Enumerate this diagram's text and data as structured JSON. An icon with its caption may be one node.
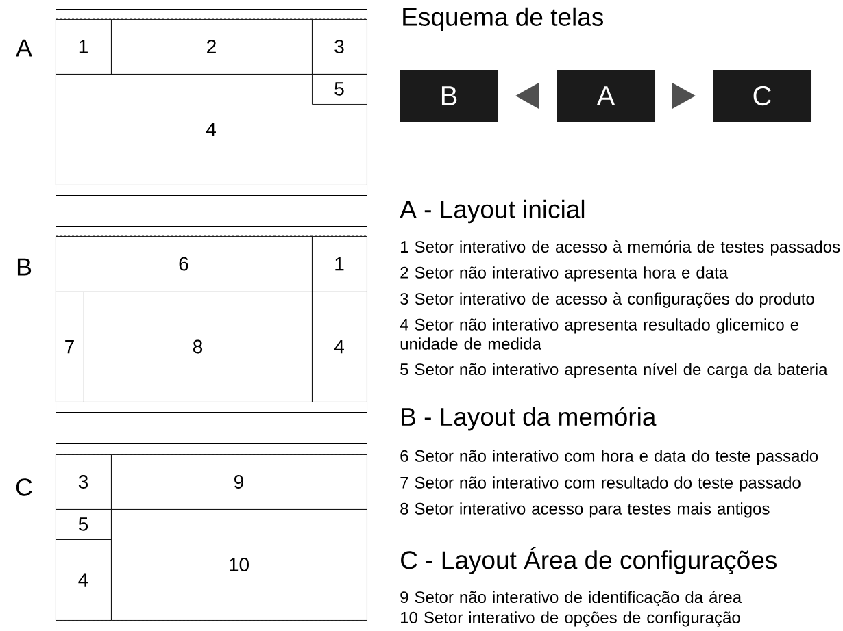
{
  "diagram": {
    "title": "Esquema de telas",
    "nodes": [
      {
        "text": [
          "A"
        ]
      },
      {
        "text": [
          "1"
        ],
        "in": 0
      },
      {
        "text": [
          "2"
        ],
        "in": 0
      },
      {
        "text": [
          "3"
        ],
        "in": 0
      },
      {
        "text": [
          "4"
        ],
        "in": 0
      },
      {
        "text": [
          "5"
        ],
        "in": 4
      },
      {
        "text": [
          "B"
        ]
      },
      {
        "text": [
          "6"
        ],
        "in": 6
      },
      {
        "text": [
          "1"
        ],
        "in": 6
      },
      {
        "text": [
          "7"
        ],
        "in": 6
      },
      {
        "text": [
          "8"
        ],
        "in": 6
      },
      {
        "text": [
          "4"
        ],
        "in": 6
      },
      {
        "text": [
          "C"
        ]
      },
      {
        "text": [
          "3"
        ],
        "in": 12
      },
      {
        "text": [
          "9"
        ],
        "in": 12
      },
      {
        "text": [
          "5"
        ],
        "in": 12
      },
      {
        "text": [
          "4"
        ],
        "in": 12
      },
      {
        "text": [
          "10"
        ],
        "in": 12
      },
      {
        "text": [
          "B"
        ]
      },
      {
        "text": [
          "A"
        ]
      },
      {
        "text": [
          "C"
        ]
      }
    ],
    "edges": [
      {
        "from": 19,
        "to": 18,
        "arrow": "to"
      },
      {
        "from": 19,
        "to": 20,
        "arrow": "to"
      }
    ],
    "labels": [
      "A - Layout inicial",
      "1 Setor interativo de acesso à memória de testes passados",
      "2 Setor não interativo apresenta hora e data",
      "3 Setor interativo de acesso à configurações do produto",
      "4 Setor não interativo apresenta resultado glicemico e unidade de medida",
      "5 Setor não interativo apresenta nível de carga da bateria",
      "B - Layout da memória",
      "6 Setor não interativo com hora e data do teste passado",
      "7 Setor não interativo com resultado do teste passado",
      "8 Setor interativo acesso para testes mais antigos",
      "C - Layout Área de configurações",
      "9 Setor não interativo de identificação da área",
      "10 Setor interativo de opções de configuração"
    ]
  }
}
